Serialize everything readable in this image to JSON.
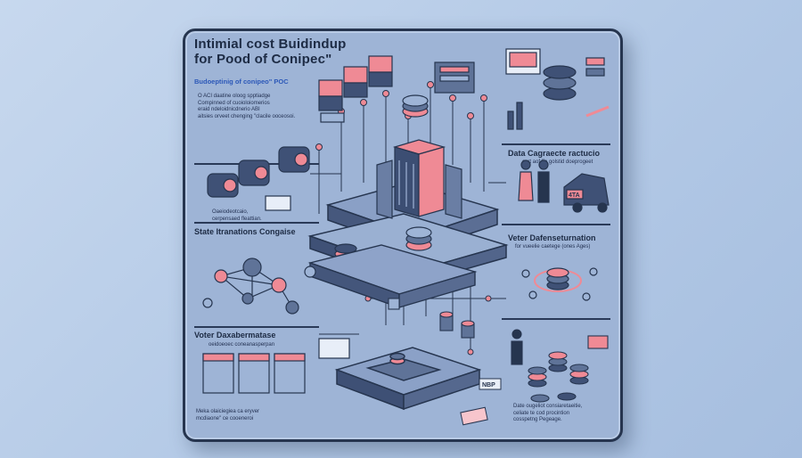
{
  "board": {
    "title_line1": "Intimial cost Buidindup",
    "title_line2": "for Pood of Conipec\"",
    "subtitle": "Budoeptinig of conipeo\" POC",
    "intro_lines": [
      "O ACI daatine oloog spptiadge",
      "Compinned of cuoioloiomerios",
      "eraid ndeloidnicdnerio ABI",
      "aitsies orveet chenging \"clacile ooceosoi."
    ],
    "left_caption_lines": [
      "Oaeiodeotcaio,",
      "cerpensaed fleattian."
    ],
    "left_heading_state": "State Itranations Congaise",
    "left_heading_vector": "Voter Daxabermatase",
    "left_vector_caption": "oeidoeoec coneanasperpan",
    "bottom_caption_lines": [
      "Meka olaiciegiea ca eryver",
      "mcdiaone\" ce cooeneroi"
    ],
    "right_heading_data": "Data Cagraecte ractucio",
    "right_data_caption": "cort aof ffe golstid doeprogeet",
    "right_heading_vector": "Veter Dafenseturnation",
    "right_vector_caption": "for vueelie caetege (ones Ages)",
    "right_bottom_caption_lines": [
      "Date ougeliot consiaretaeitie,",
      "celiate te cod procintion",
      "cosspetng Pegeage."
    ]
  },
  "labels": {
    "car_tag": "4TA",
    "box_tag": "NBP"
  },
  "colors": {
    "navy": "#26354f",
    "slate": "#5f7398",
    "panel": "#9eb4d6",
    "accent_pink": "#ef8a95",
    "accent_blue": "#2c58b8"
  }
}
